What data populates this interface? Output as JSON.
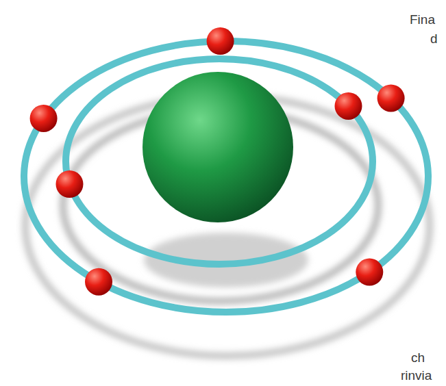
{
  "diagram": {
    "labels": [
      "Fina",
      "d",
      "ch",
      "rinvia"
    ]
  }
}
